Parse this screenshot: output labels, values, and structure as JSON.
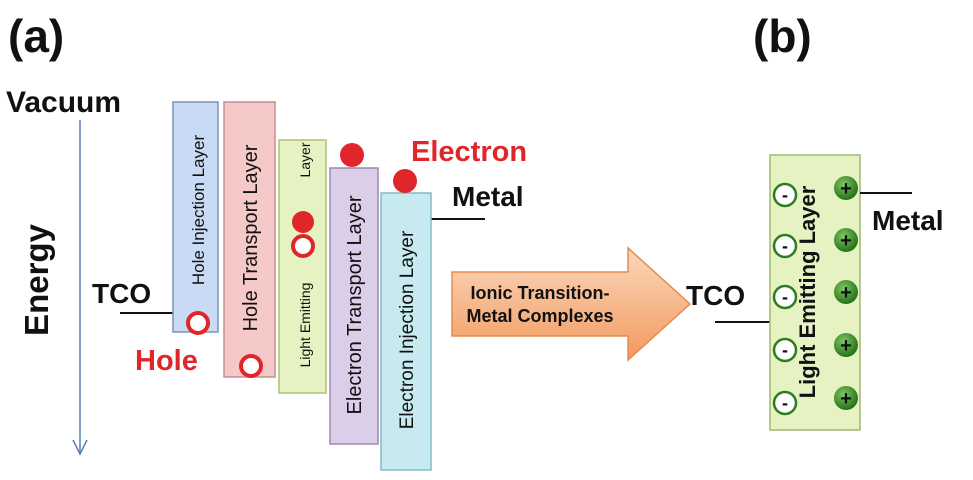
{
  "panel_labels": {
    "a": "(a)",
    "b": "(b)"
  },
  "axis": {
    "vacuum": "Vacuum",
    "energy": "Energy"
  },
  "electrodes": {
    "anode": "TCO",
    "cathode": "Metal"
  },
  "carriers": {
    "hole": "Hole",
    "electron": "Electron"
  },
  "layers": {
    "hil": "Hole Injection Layer",
    "htl": "Hole Transport Layer",
    "eml_top": "Layer",
    "eml_bottom": "Light Emitting",
    "etl": "Electron Transport Layer",
    "eil": "Electron Injection Layer"
  },
  "arrow": {
    "line1": "Ionic Transition-",
    "line2": "Metal Complexes"
  },
  "panel_b": {
    "anode": "TCO",
    "cathode": "Metal",
    "layer": "Light Emitting Layer",
    "minus_symbol": "-",
    "plus_symbol": "+"
  },
  "colors": {
    "hil": "#c9daf5",
    "htl": "#f6c9c9",
    "eml": "#e6f2c2",
    "etl": "#dccde9",
    "eil": "#c7eaf1",
    "electron": "#e0262a",
    "ion_plus": "#2e7d1e",
    "arrow": "#f6b98a"
  }
}
